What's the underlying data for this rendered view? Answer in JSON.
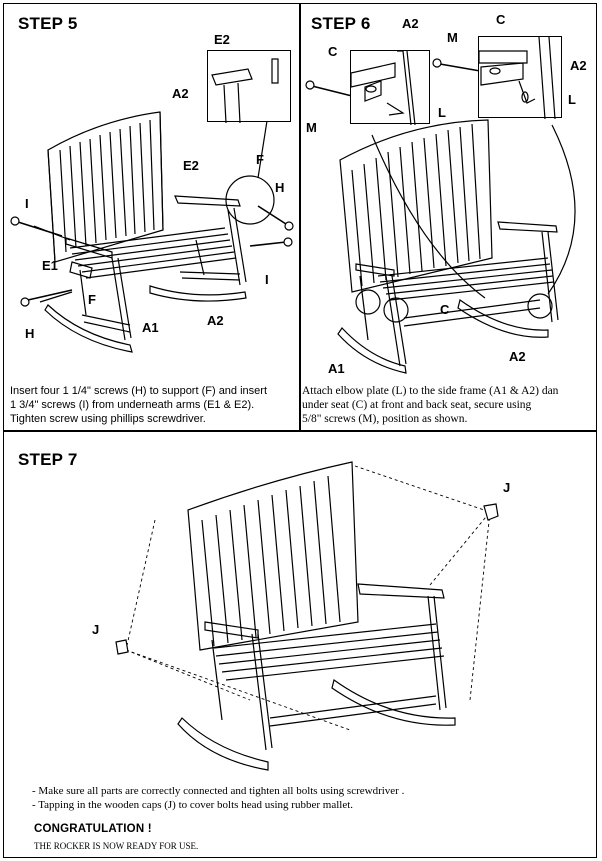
{
  "step5": {
    "title": "STEP 5",
    "labels": {
      "e2_top": "E2",
      "a2_inset": "A2",
      "e2_mid": "E2",
      "f_top": "F",
      "h_right": "H",
      "i_left": "I",
      "i_right": "I",
      "e1": "E1",
      "f_bottom": "F",
      "h_left": "H",
      "a1": "A1",
      "a2_bottom": "A2"
    },
    "instruction_lines": [
      "Insert four 1 1/4\" screws (H) to support (F) and insert",
      "1 3/4\" screws (I) from underneath arms (E1 & E2).",
      "Tighten screw using phillips screwdriver."
    ]
  },
  "step6": {
    "title": "STEP 6",
    "labels": {
      "a2_top": "A2",
      "c_top_right": "C",
      "m_top": "M",
      "c_inset": "C",
      "a2_right": "A2",
      "l_left": "L",
      "l_right": "L",
      "m_left": "M",
      "c_seat": "C",
      "a1": "A1",
      "a2_bottom": "A2"
    },
    "instruction_lines": [
      "Attach elbow plate (L) to the side frame (A1 & A2) dan",
      "under seat (C) at front and back seat, secure using",
      "5/8\" screws (M),  position as shown."
    ]
  },
  "step7": {
    "title": "STEP 7",
    "labels": {
      "j_right": "J",
      "j_left": "J"
    },
    "instruction_lines": [
      "- Make sure all parts are correctly connected and tighten all bolts using screwdriver .",
      "- Tapping in the wooden caps (J) to cover bolts head using rubber mallet."
    ],
    "congrats": "CONGRATULATION !",
    "ready": "THE ROCKER IS NOW READY FOR USE."
  }
}
